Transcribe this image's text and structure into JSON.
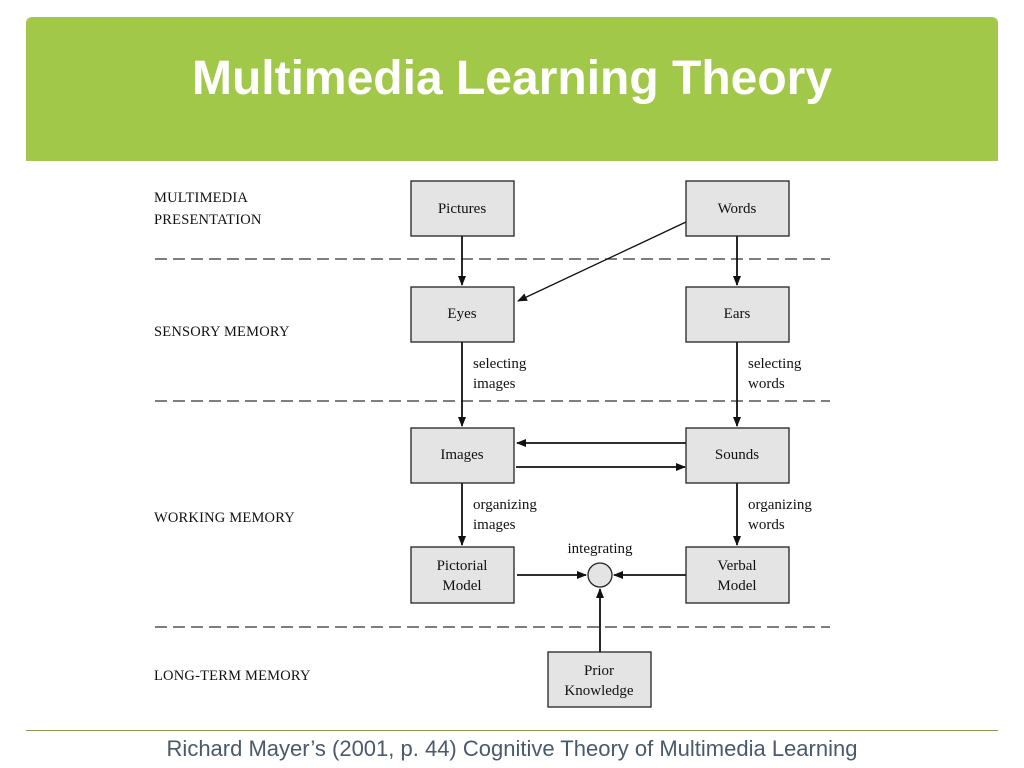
{
  "slide": {
    "title": "Multimedia Learning Theory",
    "caption": "Richard Mayer’s (2001, p. 44) Cognitive Theory of Multimedia Learning",
    "accent_color": "#a2c84a"
  },
  "diagram": {
    "stages": {
      "presentation_1": "MULTIMEDIA",
      "presentation_2": "PRESENTATION",
      "sensory": "SENSORY MEMORY",
      "working": "WORKING MEMORY",
      "longterm": "LONG-TERM MEMORY"
    },
    "boxes": {
      "pictures": "Pictures",
      "words": "Words",
      "eyes": "Eyes",
      "ears": "Ears",
      "images": "Images",
      "sounds": "Sounds",
      "pictorial_1": "Pictorial",
      "pictorial_2": "Model",
      "verbal_1": "Verbal",
      "verbal_2": "Model",
      "prior_1": "Prior",
      "prior_2": "Knowledge"
    },
    "arrow_labels": {
      "selecting_images_1": "selecting",
      "selecting_images_2": "images",
      "selecting_words_1": "selecting",
      "selecting_words_2": "words",
      "organizing_images_1": "organizing",
      "organizing_images_2": "images",
      "organizing_words_1": "organizing",
      "organizing_words_2": "words",
      "integrating": "integrating"
    }
  }
}
